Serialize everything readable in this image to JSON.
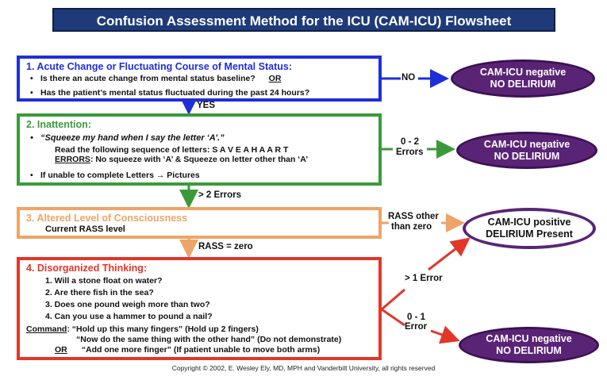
{
  "title": "Confusion Assessment Method for the ICU (CAM-ICU) Flowsheet",
  "box1": {
    "heading": "1. Acute Change or Fluctuating Course of Mental Status:",
    "line1": "Is there an acute change from mental status baseline?",
    "line1_or": "OR",
    "line2": "Has the patient’s mental status fluctuated during the past 24 hours?"
  },
  "box2": {
    "heading": "2. Inattention:",
    "quote": "“Squeeze my hand when I say the letter ‘A’.”",
    "read": "Read the following sequence of letters: S A V E A H A A R T",
    "errors_label": "ERRORS",
    "errors_text": ": No squeeze with ‘A’ & Squeeze on letter other than ‘A’",
    "unable": "If unable to complete Letters → Pictures"
  },
  "box3": {
    "heading": "3. Altered Level of Consciousness",
    "sub": "Current RASS level"
  },
  "box4": {
    "heading": "4. Disorganized Thinking:",
    "q1": "1. Will a stone float on water?",
    "q2": "2. Are there fish in the sea?",
    "q3": "3. Does one pound weigh more than two?",
    "q4": "4. Can you use a hammer to pound a nail?",
    "command_label": "Command",
    "command1": ":  “Hold up this many fingers” (Hold up 2 fingers)",
    "command2": "“Now do the same thing with the other hand” (Do not demonstrate)",
    "or_label": "OR",
    "command3": "“Add one more finger” (If patient unable to move both arms)"
  },
  "labels": {
    "no": "NO",
    "yes": "YES",
    "zero_two": "0 - 2",
    "errors": "Errors",
    "gt2": "> 2 Errors",
    "rass_other_1": "RASS other",
    "rass_other_2": "than zero",
    "rass_zero": "RASS = zero",
    "gt1": "> 1 Error",
    "zero_one": "0 - 1",
    "error": "Error"
  },
  "outcomes": {
    "neg1_1": "CAM-ICU negative",
    "neg1_2": "NO DELIRIUM",
    "neg2_1": "CAM-ICU negative",
    "neg2_2": "NO DELIRIUM",
    "pos_1": "CAM-ICU positive",
    "pos_2": "DELIRIUM Present",
    "neg3_1": "CAM-ICU negative",
    "neg3_2": "NO DELIRIUM"
  },
  "copyright": "Copyright © 2002, E. Wesley Ely, MD, MPH and Vanderbilt University, all rights reserved",
  "colors": {
    "blue": "#1e2fd8",
    "green": "#3a9a3a",
    "orange": "#eea468",
    "red": "#e2362a",
    "purple": "#5a2476",
    "title_bg": "#1f3a78"
  }
}
